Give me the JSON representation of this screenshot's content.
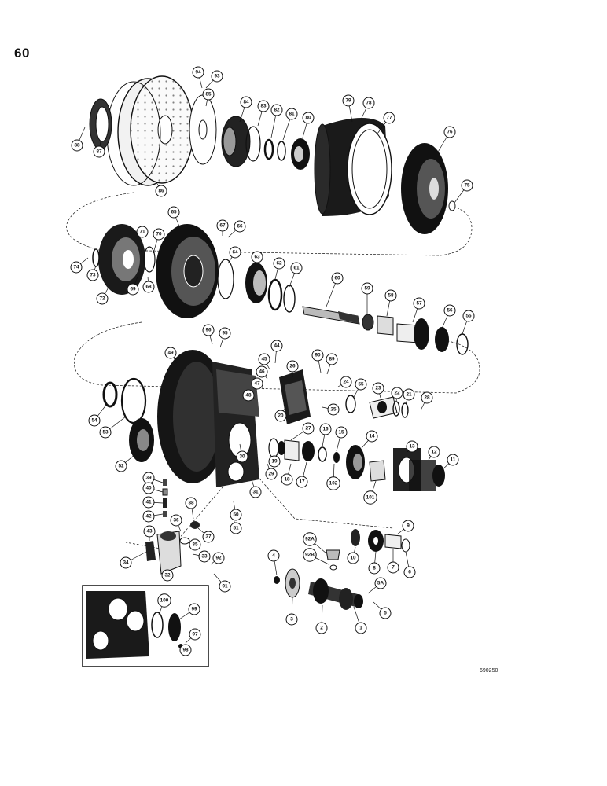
{
  "page_number": "60",
  "figure_code": "690250",
  "callouts": [
    {
      "id": "94",
      "label": "94"
    },
    {
      "id": "93",
      "label": "93"
    },
    {
      "id": "85",
      "label": "85"
    },
    {
      "id": "84",
      "label": "84"
    },
    {
      "id": "83",
      "label": "83"
    },
    {
      "id": "82",
      "label": "82"
    },
    {
      "id": "81",
      "label": "81"
    },
    {
      "id": "80",
      "label": "80"
    },
    {
      "id": "79",
      "label": "79"
    },
    {
      "id": "78",
      "label": "78"
    },
    {
      "id": "77",
      "label": "77"
    },
    {
      "id": "76",
      "label": "76"
    },
    {
      "id": "75",
      "label": "75"
    },
    {
      "id": "88",
      "label": "88"
    },
    {
      "id": "87",
      "label": "87"
    },
    {
      "id": "86",
      "label": "86"
    },
    {
      "id": "65",
      "label": "65"
    },
    {
      "id": "67",
      "label": "67"
    },
    {
      "id": "66",
      "label": "66"
    },
    {
      "id": "71",
      "label": "71"
    },
    {
      "id": "70",
      "label": "70"
    },
    {
      "id": "74",
      "label": "74"
    },
    {
      "id": "73",
      "label": "73"
    },
    {
      "id": "72",
      "label": "72"
    },
    {
      "id": "69",
      "label": "69"
    },
    {
      "id": "68",
      "label": "68"
    },
    {
      "id": "64",
      "label": "64"
    },
    {
      "id": "63",
      "label": "63"
    },
    {
      "id": "62",
      "label": "62"
    },
    {
      "id": "61",
      "label": "61"
    },
    {
      "id": "60",
      "label": "60"
    },
    {
      "id": "59",
      "label": "59"
    },
    {
      "id": "58",
      "label": "58"
    },
    {
      "id": "57",
      "label": "57"
    },
    {
      "id": "56",
      "label": "56"
    },
    {
      "id": "55a",
      "label": "55"
    },
    {
      "id": "96",
      "label": "96"
    },
    {
      "id": "95",
      "label": "95"
    },
    {
      "id": "49",
      "label": "49"
    },
    {
      "id": "44",
      "label": "44"
    },
    {
      "id": "45",
      "label": "45"
    },
    {
      "id": "46",
      "label": "46"
    },
    {
      "id": "47",
      "label": "47"
    },
    {
      "id": "48",
      "label": "48"
    },
    {
      "id": "26",
      "label": "26"
    },
    {
      "id": "90",
      "label": "90"
    },
    {
      "id": "89",
      "label": "89"
    },
    {
      "id": "24",
      "label": "24"
    },
    {
      "id": "55b",
      "label": "55"
    },
    {
      "id": "23",
      "label": "23"
    },
    {
      "id": "22",
      "label": "22"
    },
    {
      "id": "21",
      "label": "21"
    },
    {
      "id": "20",
      "label": "20"
    },
    {
      "id": "28",
      "label": "28"
    },
    {
      "id": "25",
      "label": "25"
    },
    {
      "id": "54",
      "label": "54"
    },
    {
      "id": "53",
      "label": "53"
    },
    {
      "id": "52",
      "label": "52"
    },
    {
      "id": "27",
      "label": "27"
    },
    {
      "id": "16",
      "label": "16"
    },
    {
      "id": "15",
      "label": "15"
    },
    {
      "id": "14",
      "label": "14"
    },
    {
      "id": "13",
      "label": "13"
    },
    {
      "id": "12",
      "label": "12"
    },
    {
      "id": "11",
      "label": "11"
    },
    {
      "id": "30",
      "label": "30"
    },
    {
      "id": "19",
      "label": "19"
    },
    {
      "id": "29",
      "label": "29"
    },
    {
      "id": "18",
      "label": "18"
    },
    {
      "id": "17",
      "label": "17"
    },
    {
      "id": "102",
      "label": "102"
    },
    {
      "id": "101",
      "label": "101"
    },
    {
      "id": "31",
      "label": "31"
    },
    {
      "id": "39",
      "label": "39"
    },
    {
      "id": "40",
      "label": "40"
    },
    {
      "id": "41",
      "label": "41"
    },
    {
      "id": "42",
      "label": "42"
    },
    {
      "id": "38",
      "label": "38"
    },
    {
      "id": "36",
      "label": "36"
    },
    {
      "id": "37",
      "label": "37"
    },
    {
      "id": "50",
      "label": "50"
    },
    {
      "id": "51",
      "label": "51"
    },
    {
      "id": "43",
      "label": "43"
    },
    {
      "id": "35",
      "label": "35"
    },
    {
      "id": "34",
      "label": "34"
    },
    {
      "id": "33",
      "label": "33"
    },
    {
      "id": "92",
      "label": "92"
    },
    {
      "id": "32",
      "label": "32"
    },
    {
      "id": "91",
      "label": "91"
    },
    {
      "id": "9",
      "label": "9"
    },
    {
      "id": "10",
      "label": "10"
    },
    {
      "id": "8",
      "label": "8"
    },
    {
      "id": "7",
      "label": "7"
    },
    {
      "id": "6",
      "label": "6"
    },
    {
      "id": "92a",
      "label": "92A"
    },
    {
      "id": "92b",
      "label": "92B"
    },
    {
      "id": "4",
      "label": "4"
    },
    {
      "id": "3",
      "label": "3"
    },
    {
      "id": "2",
      "label": "2"
    },
    {
      "id": "1",
      "label": "1"
    },
    {
      "id": "5a",
      "label": "5A"
    },
    {
      "id": "5",
      "label": "5"
    },
    {
      "id": "100",
      "label": "100"
    },
    {
      "id": "99",
      "label": "99"
    },
    {
      "id": "97",
      "label": "97"
    },
    {
      "id": "98",
      "label": "98"
    }
  ]
}
